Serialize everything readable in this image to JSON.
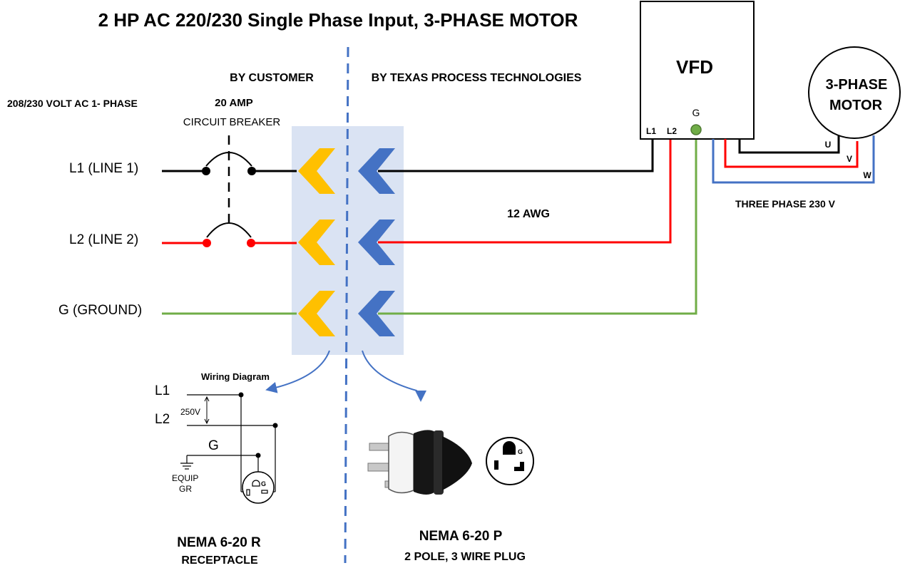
{
  "title": "2 HP AC 220/230 Single Phase Input, 3-PHASE MOTOR",
  "headings": {
    "by_customer": "BY CUSTOMER",
    "by_ttp": "BY TEXAS PROCESS  TECHNOLOGIES"
  },
  "supply": {
    "label": "208/230 VOLT AC 1- PHASE",
    "breaker_rating": "20 AMP",
    "breaker_label": "CIRCUIT BREAKER"
  },
  "lines": {
    "l1": "L1 (LINE 1)",
    "l2": "L2 (LINE 2)",
    "g": "G (GROUND)"
  },
  "wire_gauge": "12 AWG",
  "vfd": {
    "title": "VFD",
    "terminal_l1": "L1",
    "terminal_l2": "L2",
    "terminal_g": "G"
  },
  "motor": {
    "line1": "3-PHASE",
    "line2": "MOTOR",
    "terminal_u": "U",
    "terminal_v": "V",
    "terminal_w": "W",
    "supply_label": "THREE PHASE 230 V"
  },
  "wiring_diagram": {
    "title": "Wiring Diagram",
    "l1": "L1",
    "l2": "L2",
    "voltage": "250V",
    "g": "G",
    "equip1": "EQUIP",
    "equip2": "GR",
    "outlet_g": "G"
  },
  "receptacle": {
    "name": "NEMA 6-20 R",
    "subtitle": "RECEPTACLE"
  },
  "plug": {
    "name": "NEMA 6-20 P",
    "subtitle": "2 POLE, 3 WIRE PLUG",
    "face_g": "G"
  },
  "colors": {
    "l1_wire": "#000000",
    "l2_wire": "#ff0000",
    "ground_wire": "#70ad47",
    "phase_w_wire": "#4472c4",
    "connector_customer": "#ffc000",
    "connector_ttp": "#4472c4",
    "connector_panel": "#dae3f3",
    "divider": "#4472c4"
  }
}
